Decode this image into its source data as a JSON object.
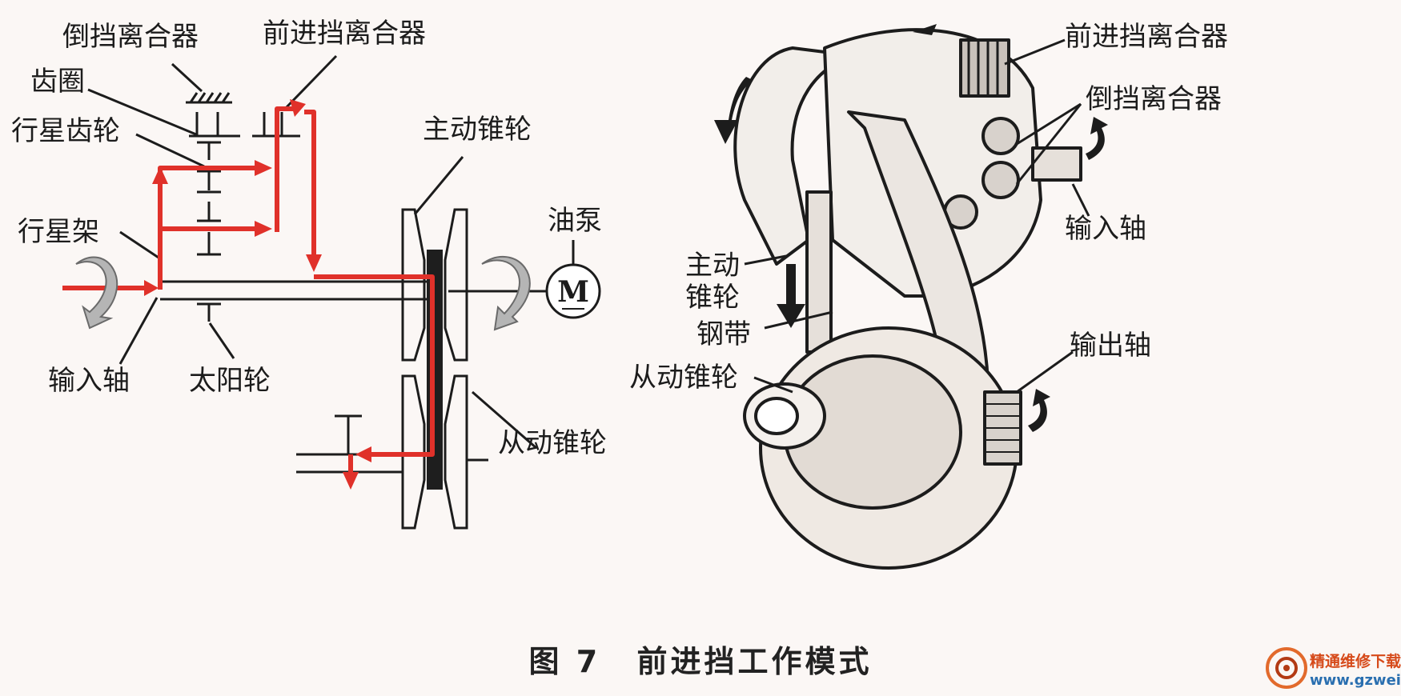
{
  "left_labels": {
    "reverse_clutch": "倒挡离合器",
    "forward_clutch": "前进挡离合器",
    "ring_gear": "齿圈",
    "planet_gear": "行星齿轮",
    "planet_carrier": "行星架",
    "drive_pulley": "主动锥轮",
    "oil_pump": "油泵",
    "motor_symbol": "M",
    "input_shaft": "输入轴",
    "sun_gear": "太阳轮",
    "driven_pulley": "从动锥轮"
  },
  "right_labels": {
    "forward_clutch": "前进挡离合器",
    "reverse_clutch": "倒挡离合器",
    "input_shaft": "输入轴",
    "drive_pulley_line1": "主动",
    "drive_pulley_line2": "锥轮",
    "steel_belt": "钢带",
    "output_shaft": "输出轴",
    "driven_pulley": "从动锥轮"
  },
  "caption": {
    "figure_no": "图 7",
    "title": "前进挡工作模式"
  },
  "watermark": {
    "brand": "精通维修下载",
    "url": "www.gzweix.com"
  },
  "colors": {
    "power_flow": "#e0312a",
    "ink": "#1c1c1c",
    "arrow_gray": "#a8a8a8",
    "paper": "#fbf7f5"
  }
}
